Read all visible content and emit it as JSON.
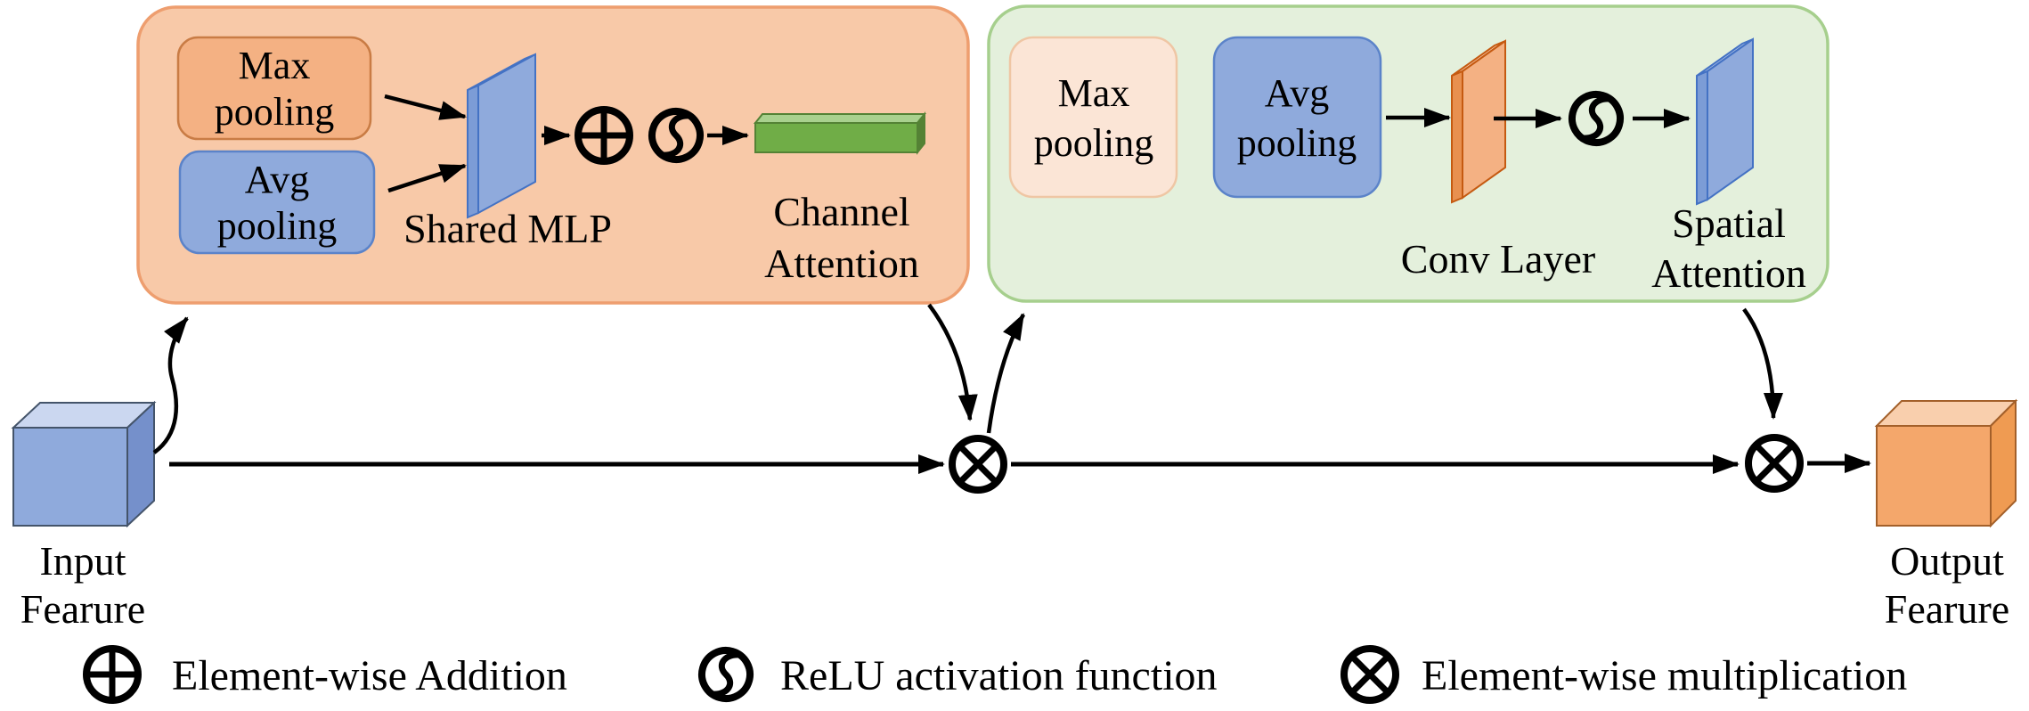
{
  "channel_module": {
    "max_pooling": [
      "Max",
      "pooling"
    ],
    "avg_pooling": [
      "Avg",
      "pooling"
    ],
    "shared_mlp_label": "Shared MLP",
    "output_label": [
      "Channel",
      "Attention"
    ]
  },
  "spatial_module": {
    "max_pooling": [
      "Max",
      "pooling"
    ],
    "avg_pooling": [
      "Avg",
      "pooling"
    ],
    "conv_label": "Conv Layer",
    "output_label": [
      "Spatial",
      "Attention"
    ]
  },
  "io": {
    "input": [
      "Input",
      "Fearure"
    ],
    "output": [
      "Output",
      "Fearure"
    ]
  },
  "legend": {
    "addition": "Element-wise Addition",
    "relu": "ReLU activation function",
    "multiplication": "Element-wise multiplication"
  },
  "colors": {
    "channel_module_fill": "#F8C9A8",
    "channel_module_border": "#EE9E6F",
    "spatial_module_fill": "#E4F0DC",
    "spatial_module_border": "#A6CF8D",
    "orange_box_fill": "#F4B183",
    "blue_box_fill": "#8FAADC",
    "peach_box_fill": "#FBE5D6",
    "green_bar_fill": "#70AD47",
    "input_cube_fill": "#8FAADC",
    "output_cube_fill": "#F4A76B",
    "symbol_color": "#000000"
  }
}
